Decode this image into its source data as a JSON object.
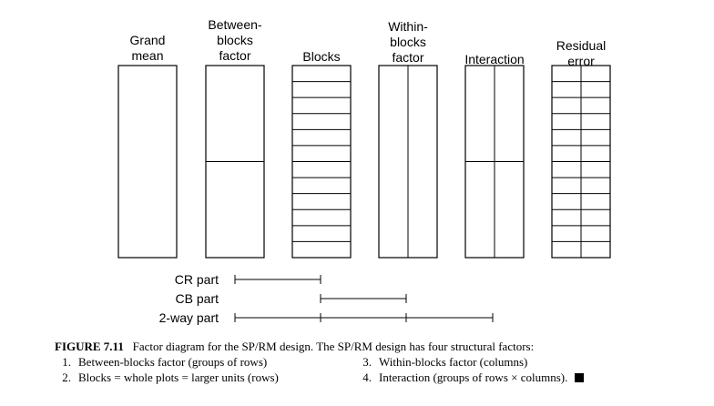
{
  "columns": [
    {
      "id": "grand-mean",
      "header": [
        "Grand",
        "mean"
      ],
      "rows": 1,
      "cols": 1
    },
    {
      "id": "between-blocks-factor",
      "header": [
        "Between-",
        "blocks",
        "factor"
      ],
      "rows": 2,
      "cols": 1
    },
    {
      "id": "blocks",
      "header": [
        "Blocks"
      ],
      "rows": 12,
      "cols": 1
    },
    {
      "id": "within-blocks-factor",
      "header": [
        "Within-",
        "blocks",
        "factor"
      ],
      "rows": 1,
      "cols": 2
    },
    {
      "id": "interaction",
      "header": [
        "Interaction"
      ],
      "rows": 2,
      "cols": 2
    },
    {
      "id": "residual-error",
      "header": [
        "Residual",
        "error"
      ],
      "rows": 12,
      "cols": 2
    }
  ],
  "parts": [
    {
      "id": "cr-part",
      "label": "CR part",
      "span": [
        1,
        2
      ]
    },
    {
      "id": "cb-part",
      "label": "CB part",
      "span": [
        2,
        3
      ]
    },
    {
      "id": "two-way-part",
      "label": "2-way part",
      "span": [
        1,
        4
      ]
    }
  ],
  "caption": {
    "figure_label": "FIGURE 7.11",
    "text": "Factor diagram for the SP/RM design. The SP/RM design has four structural factors:",
    "items": [
      {
        "num": "1.",
        "text": "Between-blocks factor (groups of rows)"
      },
      {
        "num": "2.",
        "text": "Blocks = whole plots = larger units (rows)"
      },
      {
        "num": "3.",
        "text": "Within-blocks factor (columns)"
      },
      {
        "num": "4.",
        "text": "Interaction (groups of rows × columns)."
      }
    ]
  }
}
